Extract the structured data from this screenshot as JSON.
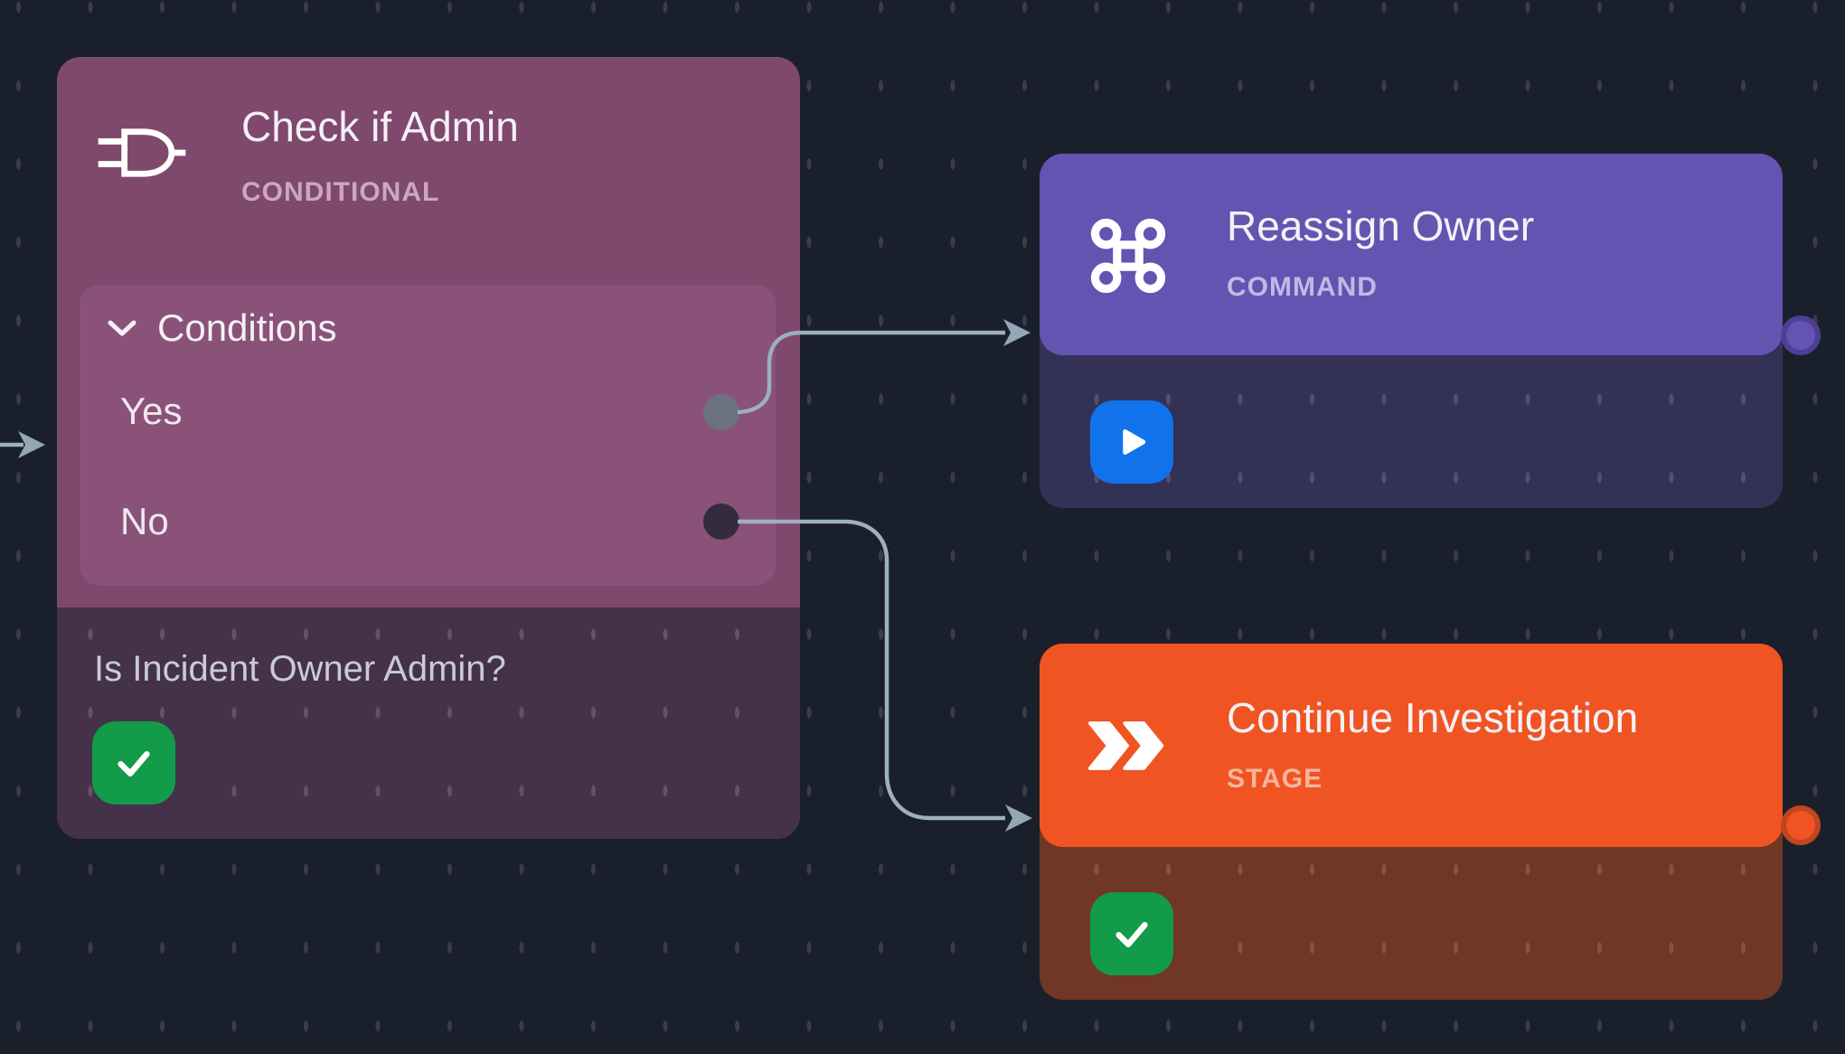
{
  "canvas": {
    "type": "workflow-editor"
  },
  "colors": {
    "bg": "#1a202b",
    "wire": "#9cb0be",
    "arrow": "#93a7b6",
    "n1-base": "#7f486d",
    "n1-panel": "#8a5278",
    "n1-footer": "#453149",
    "n2-header": "#6553b2",
    "n2-body": "#343157",
    "n3-header": "#f05423",
    "n3-body": "#703726",
    "green": "#129b48",
    "blue": "#1173ec",
    "yes-dot": "#6b7380",
    "no-dot": "#352b3e",
    "text": "#f4f1f6",
    "muted": "#c8ccd3"
  },
  "nodes": {
    "check_if_admin": {
      "title": "Check if Admin",
      "type_label": "CONDITIONAL",
      "icon": "logic-gate-icon",
      "conditions_header": "Conditions",
      "yes_label": "Yes",
      "no_label": "No",
      "description": "Is Incident Owner Admin?",
      "status_icon": "check-icon"
    },
    "reassign_owner": {
      "title": "Reassign Owner",
      "type_label": "COMMAND",
      "icon": "command-icon",
      "action_icon": "play-icon"
    },
    "continue_investigation": {
      "title": "Continue Investigation",
      "type_label": "STAGE",
      "icon": "double-chevron-icon",
      "status_icon": "check-icon"
    }
  },
  "edges": [
    {
      "from": "offscreen-left",
      "to": "check_if_admin"
    },
    {
      "from": "check_if_admin.yes",
      "to": "reassign_owner"
    },
    {
      "from": "check_if_admin.no",
      "to": "continue_investigation"
    }
  ]
}
